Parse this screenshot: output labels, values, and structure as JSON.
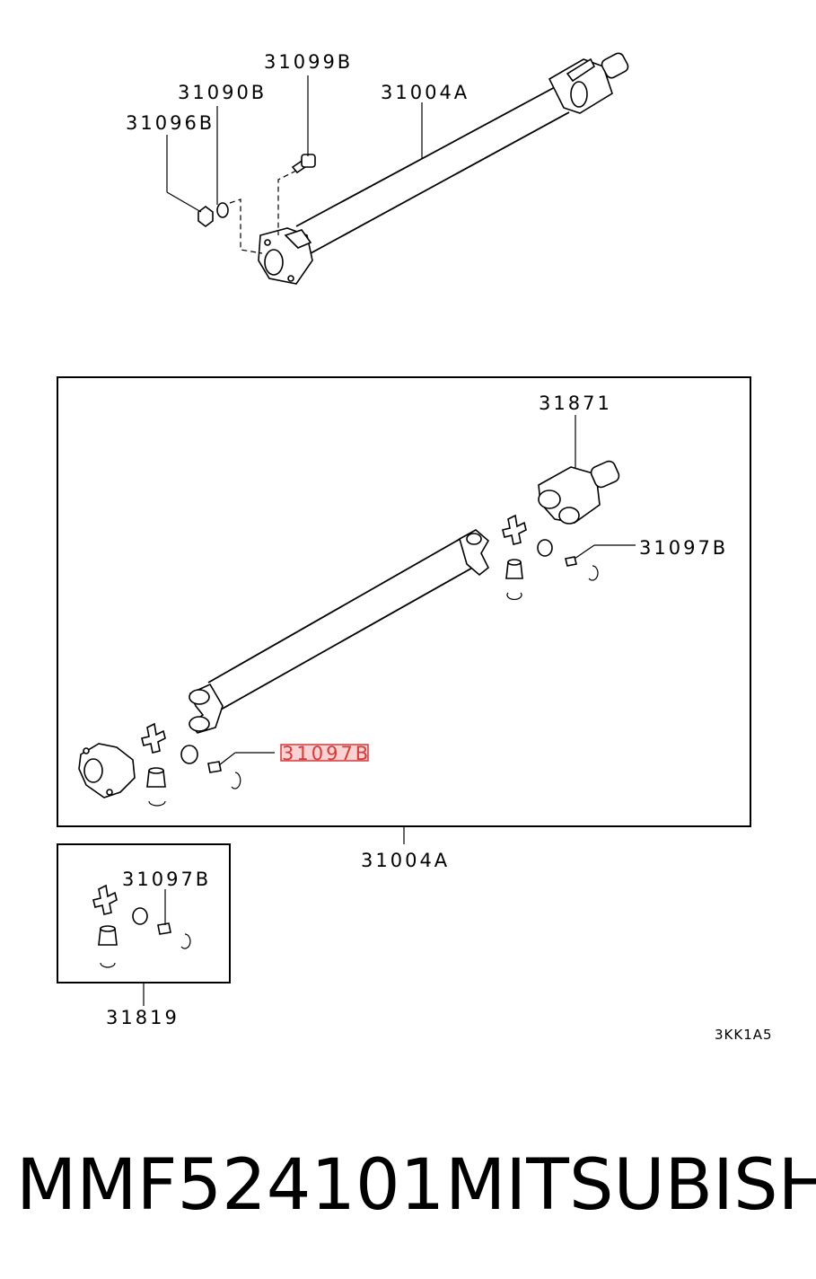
{
  "callouts": {
    "bolt_top": "31099B",
    "washer_top": "31090B",
    "nut_top": "31096B",
    "shaft_top": "31004A",
    "yoke": "31871",
    "grease_right": "31097B",
    "grease_left_highlighted": "31097B",
    "assembly_box": "31004A",
    "kit_grease": "31097B",
    "kit_box": "31819"
  },
  "diagram_code": "3KK1A5",
  "footer": {
    "part_number": "MMF524101",
    "brand": "MITSUBISHI"
  },
  "colors": {
    "highlight": "#d63a3a",
    "line": "#000000"
  }
}
